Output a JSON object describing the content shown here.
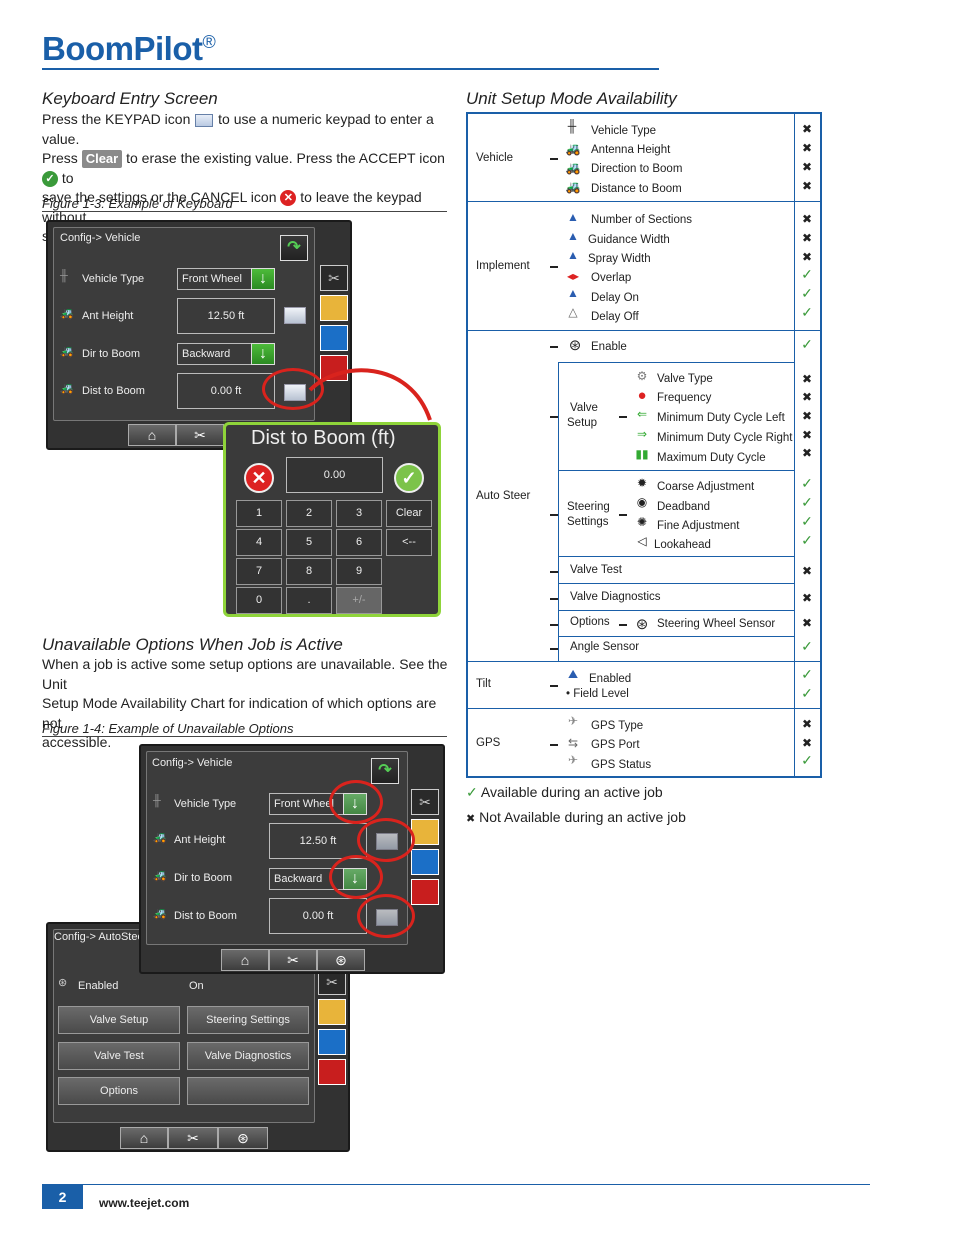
{
  "header": {
    "title": "BoomPilot",
    "reg": "®"
  },
  "keyboard": {
    "heading": "Keyboard Entry Screen",
    "p1a": "Press the KEYPAD icon",
    "p1b": "to use a numeric keypad to enter a value.",
    "p2a": "Press",
    "clear_chip": "Clear",
    "p2b": "to erase the existing value. Press the ACCEPT icon",
    "p2c": "to",
    "p3a": "save the settings or the CANCEL icon",
    "p3b": "to leave the keypad without",
    "p4": "saving",
    "figure": "Figure 1-3: Example of Keyboard"
  },
  "screen1": {
    "breadcrumb": "Config-> Vehicle",
    "rows": [
      {
        "label": "Vehicle Type",
        "value": "Front Wheel"
      },
      {
        "label": "Ant Height",
        "value": "12.50 ft"
      },
      {
        "label": "Dir to Boom",
        "value": "Backward"
      },
      {
        "label": "Dist to Boom",
        "value": "0.00 ft"
      }
    ]
  },
  "keypad": {
    "title": "Dist to Boom (ft)",
    "value": "0.00",
    "keys": [
      "1",
      "2",
      "3",
      "Clear",
      "4",
      "5",
      "6",
      "<--",
      "7",
      "8",
      "9",
      "0",
      ".",
      "+/-"
    ]
  },
  "unavailable": {
    "heading": "Unavailable Options When Job is Active",
    "p1": "When a job is active some setup options are unavailable. See the Unit",
    "p2": "Setup Mode Availability Chart for indication of which options are not",
    "p3": "accessible.",
    "figure": "Figure 1-4: Example of Unavailable Options"
  },
  "screen2": {
    "breadcrumb": "Config-> Vehicle",
    "rows": [
      {
        "label": "Vehicle Type",
        "value": "Front Wheel"
      },
      {
        "label": "Ant Height",
        "value": "12.50 ft"
      },
      {
        "label": "Dir to Boom",
        "value": "Backward"
      },
      {
        "label": "Dist to Boom",
        "value": "0.00 ft"
      }
    ]
  },
  "screen3": {
    "breadcrumb": "Config-> AutoSteer",
    "enabled_label": "Enabled",
    "enabled_value": "On",
    "buttons": [
      "Valve Setup",
      "Steering Settings",
      "Valve Test",
      "Valve Diagnostics",
      "Options"
    ]
  },
  "availability": {
    "heading": "Unit Setup Mode Availability",
    "vehicle": {
      "label": "Vehicle",
      "items": [
        "Vehicle Type",
        "Antenna Height",
        "Direction to Boom",
        "Distance to Boom"
      ]
    },
    "implement": {
      "label": "Implement",
      "items": [
        "Number of Sections",
        "Guidance Width",
        "Spray Width",
        "Overlap",
        "Delay On",
        "Delay Off"
      ]
    },
    "autosteer": {
      "label": "Auto Steer",
      "enable": "Enable",
      "valve_setup": {
        "label1": "Valve",
        "label2": "Setup",
        "items": [
          "Valve Type",
          "Frequency",
          "Minimum Duty Cycle Left",
          "Minimum Duty Cycle Right",
          "Maximum Duty Cycle"
        ]
      },
      "steering": {
        "label1": "Steering",
        "label2": "Settings",
        "items": [
          "Coarse Adjustment",
          "Deadband",
          "Fine Adjustment",
          "Lookahead"
        ]
      },
      "valve_test": "Valve Test",
      "valve_diag": "Valve Diagnostics",
      "options": "Options",
      "wheel_sensor": "Steering Wheel Sensor",
      "angle_sensor": "Angle Sensor"
    },
    "tilt": {
      "label": "Tilt",
      "items": [
        "Enabled",
        "• Field Level"
      ]
    },
    "gps": {
      "label": "GPS",
      "items": [
        "GPS Type",
        "GPS Port",
        "GPS Status"
      ]
    },
    "legend_ok": "Available during an active job",
    "legend_no": "Not Available during an active job"
  },
  "footer": {
    "page": "2",
    "url": "www.teejet.com"
  }
}
